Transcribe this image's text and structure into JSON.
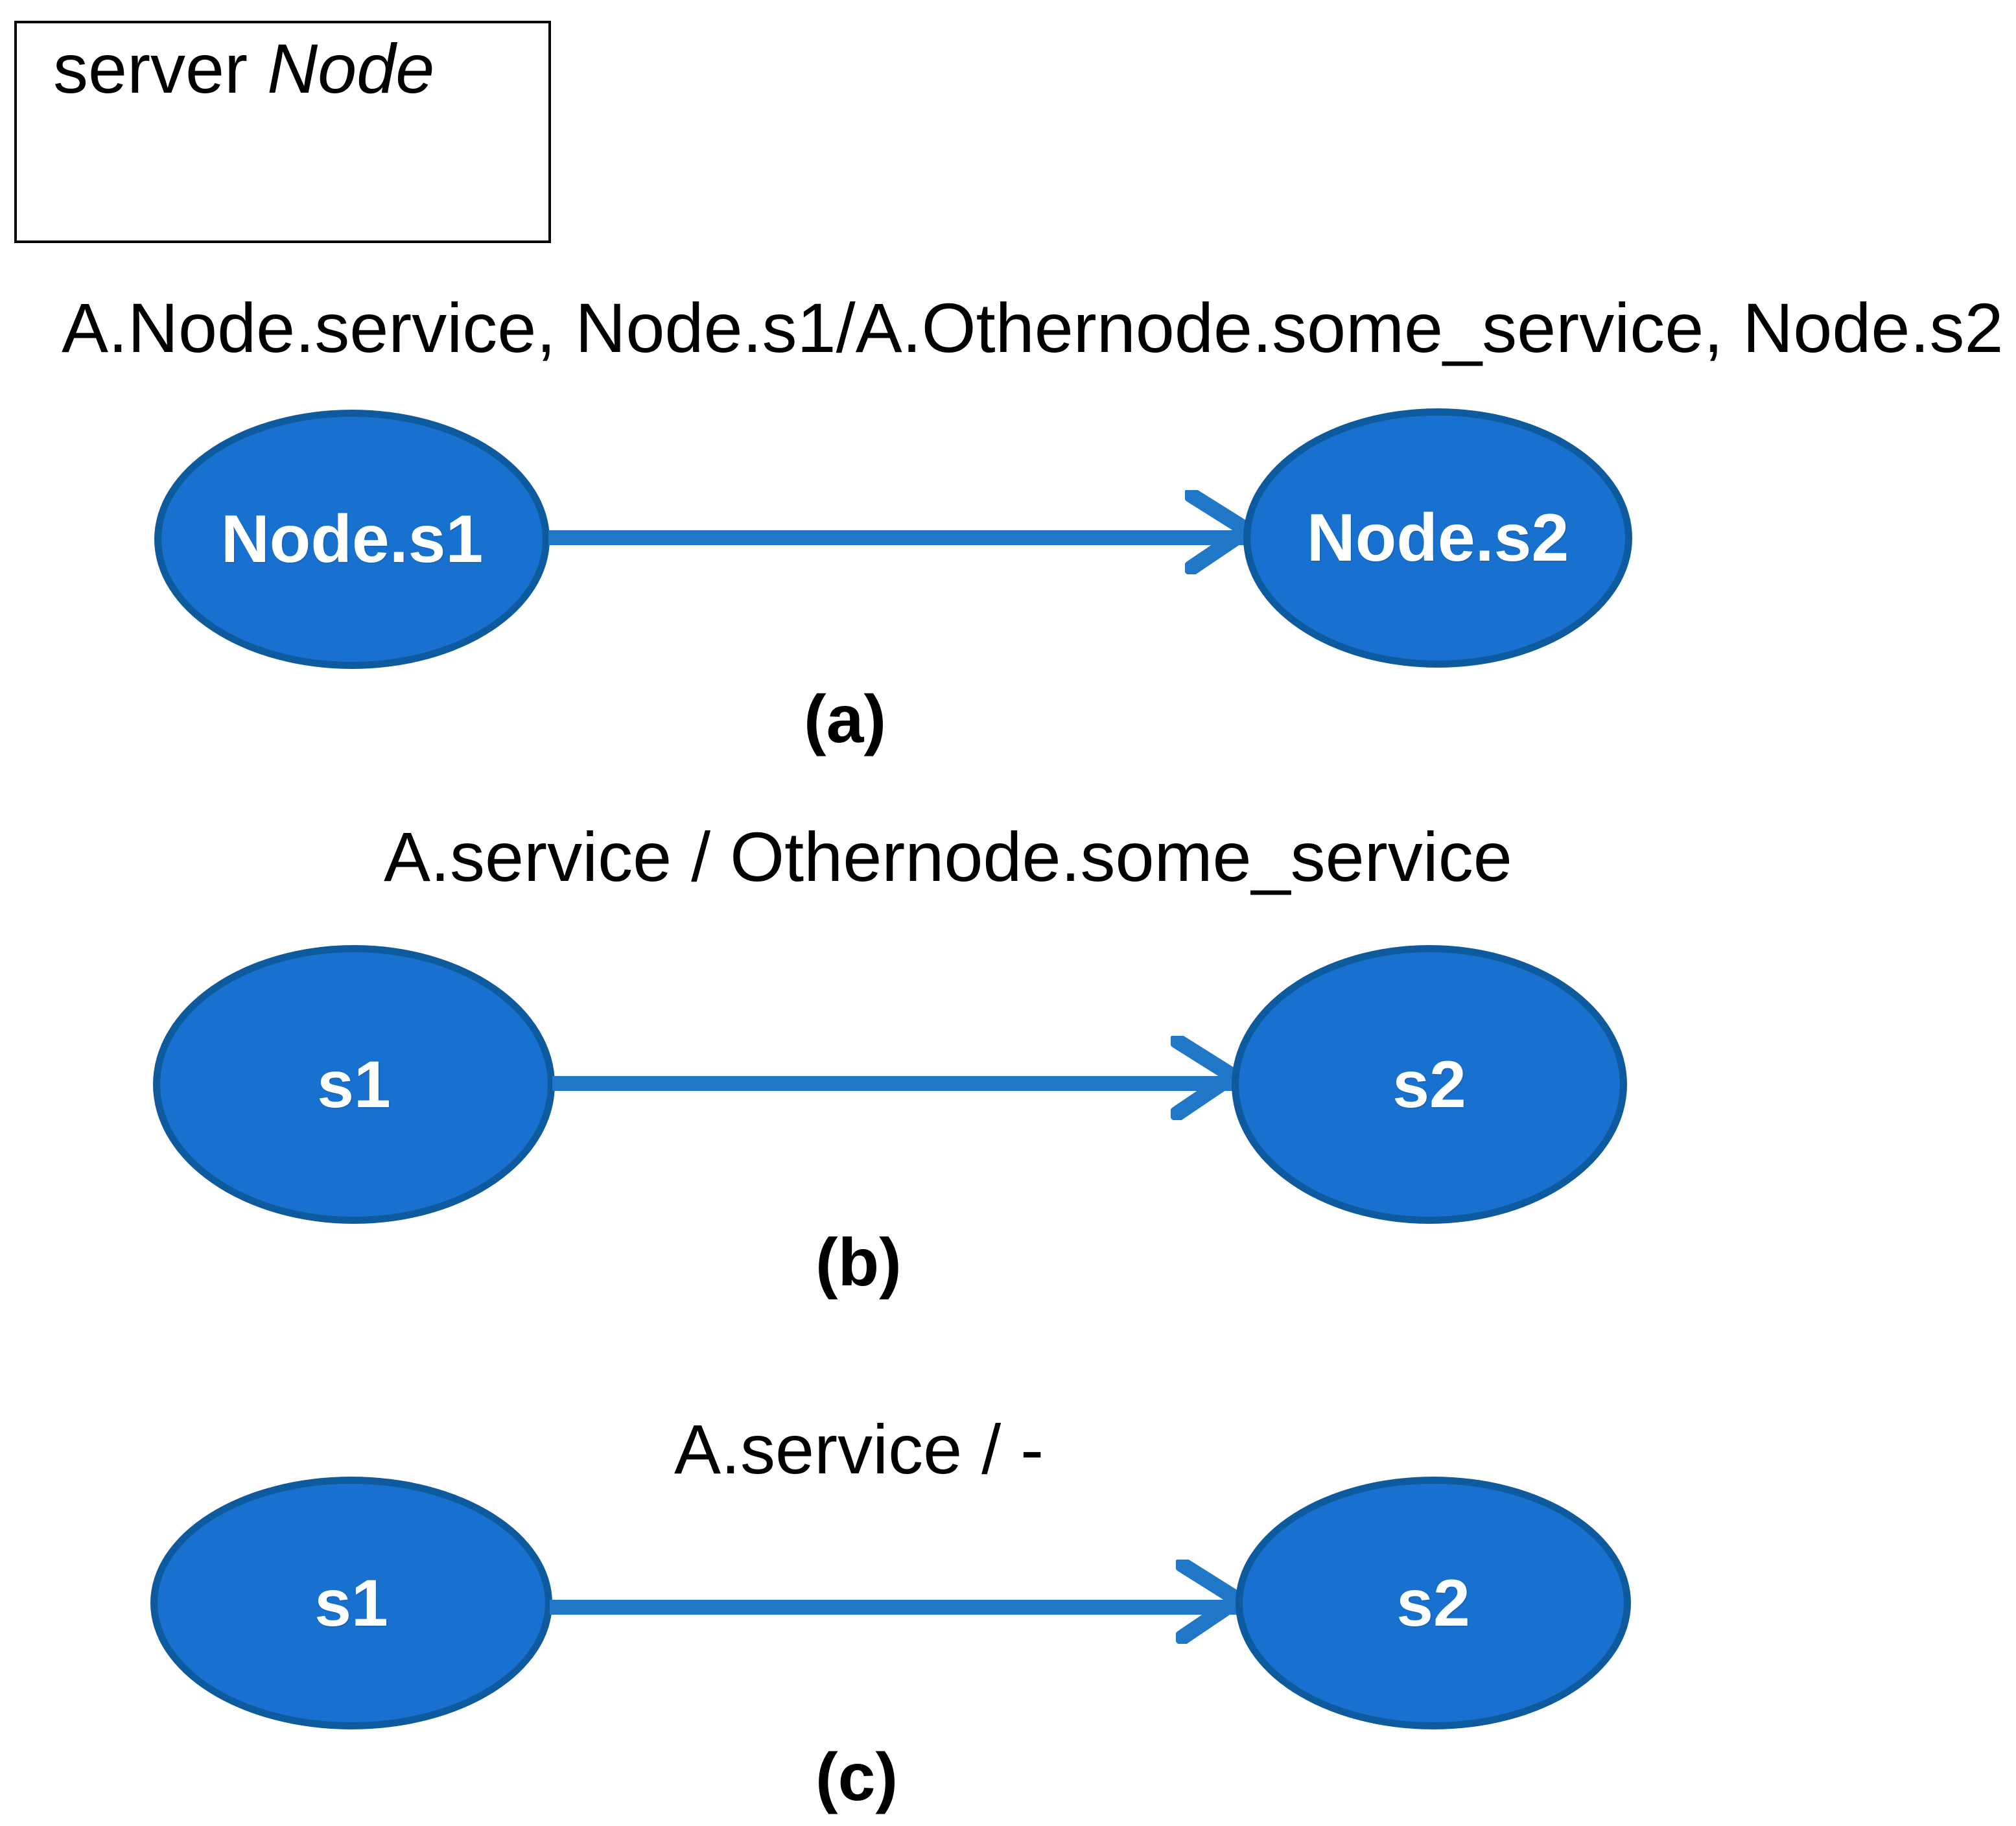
{
  "legend": {
    "prefix": "server ",
    "italic_term": "Node"
  },
  "panels": [
    {
      "id": "a",
      "edge_label": "A.Node.service, Node.s1/A.Othernode.some_service, Node.s2",
      "caption": "(a)",
      "source_node": "Node.s1",
      "target_node": "Node.s2"
    },
    {
      "id": "b",
      "edge_label": "A.service / Othernode.some_service",
      "caption": "(b)",
      "source_node": "s1",
      "target_node": "s2"
    },
    {
      "id": "c",
      "edge_label": "A.service / -",
      "caption": "(c)",
      "source_node": "s1",
      "target_node": "s2"
    }
  ],
  "colors": {
    "node_fill": "#1871CE",
    "node_border": "#0E5A9E",
    "arrow": "#2077C8",
    "text": "#000000",
    "node_text": "#FFFFFF",
    "background": "#FFFFFF"
  }
}
